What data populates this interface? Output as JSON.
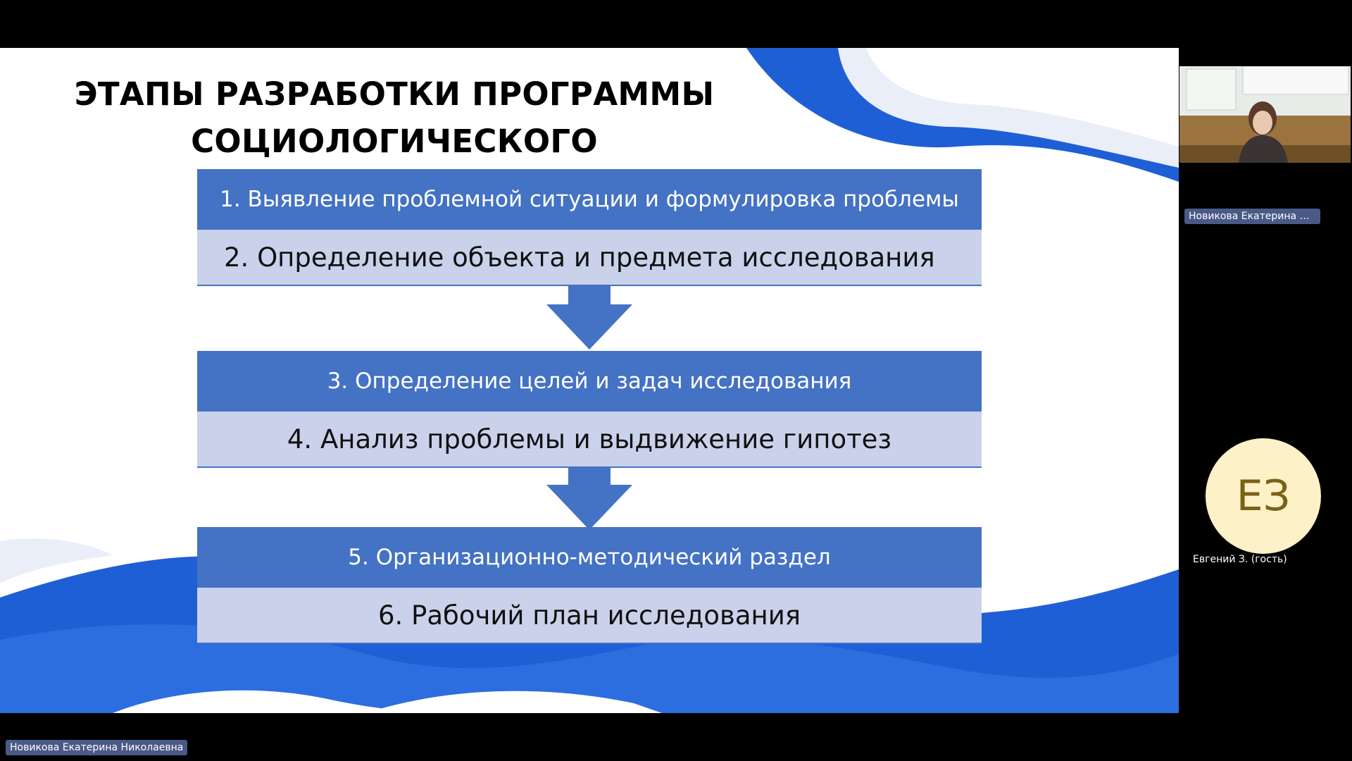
{
  "slide": {
    "title_line1": "ЭТАПЫ РАЗРАБОТКИ ПРОГРАММЫ",
    "title_line2": "СОЦИОЛОГИЧЕСКОГО ИССЛЕДОВАНИЯ",
    "stages": [
      "1. Выявление проблемной ситуации и формулировка проблемы",
      "2. Определение объекта и предмета исследования",
      "3. Определение целей и задач исследования",
      "4. Анализ проблемы и выдвижение гипотез",
      "5. Организационно-методический раздел",
      "6. Рабочий план исследования"
    ],
    "colors": {
      "dark_box": "#4472c4",
      "light_box": "#c9d2ea",
      "wave_blue": "#1f5fd6"
    }
  },
  "participants": {
    "speaker_name_short": "Новикова Екатерина Ник...",
    "speaker_name_full": "Новикова Екатерина Николаевна",
    "guest_initials": "ЕЗ",
    "guest_name": "Евгений  З. (гость)"
  }
}
